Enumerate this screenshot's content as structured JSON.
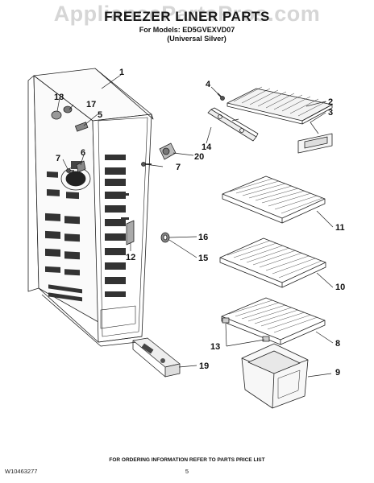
{
  "watermark": "AppliancePartsPros.com",
  "title": "FREEZER LINER PARTS",
  "models_line": "For Models: ED5GVEXVD07",
  "variant_line": "(Universal Silver)",
  "footer_note": "FOR ORDERING INFORMATION REFER TO PARTS PRICE LIST",
  "doc_number": "W10463277",
  "page_number": "5",
  "callouts": [
    "1",
    "2",
    "3",
    "4",
    "5",
    "6",
    "7",
    "7",
    "8",
    "9",
    "10",
    "11",
    "12",
    "13",
    "14",
    "15",
    "16",
    "17",
    "18",
    "19",
    "20"
  ]
}
